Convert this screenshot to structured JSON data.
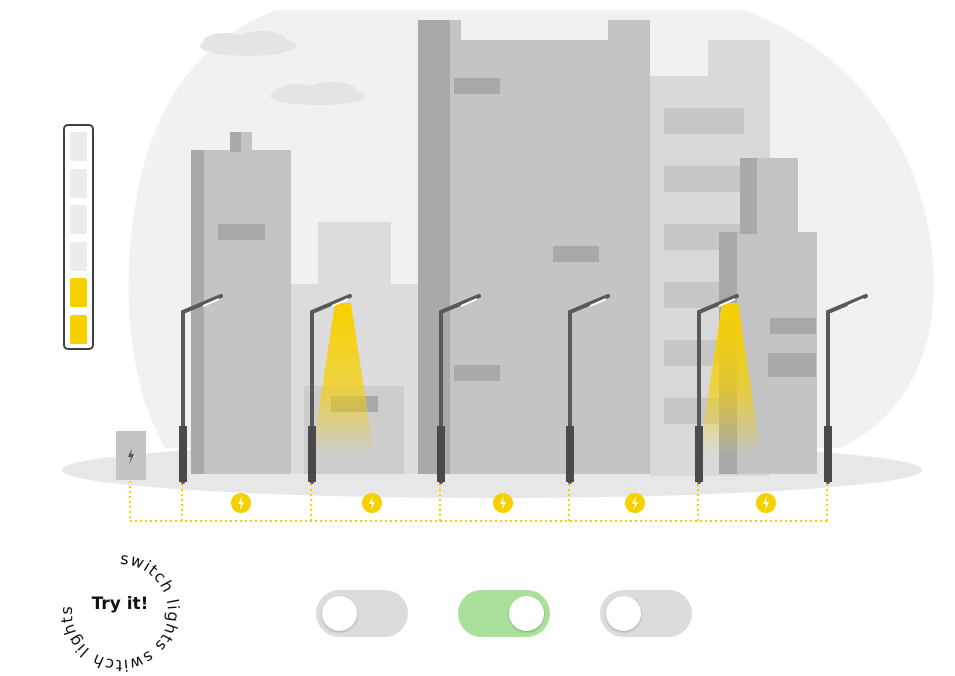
{
  "colors": {
    "beam": "#f7d000",
    "bolt": "#f7d000",
    "toggle_on": "#a9e09a",
    "toggle_off": "#dcdcdc",
    "building": "#c4c4c4",
    "pole": "#595959"
  },
  "battery": {
    "levels_total": 6,
    "levels_filled": 2
  },
  "lamps": [
    {
      "id": 1,
      "lit": false
    },
    {
      "id": 2,
      "lit": true
    },
    {
      "id": 3,
      "lit": false
    },
    {
      "id": 4,
      "lit": false
    },
    {
      "id": 5,
      "lit": true
    },
    {
      "id": 6,
      "lit": false
    }
  ],
  "connectors": {
    "count": 5,
    "icon": "lightning-bolt-icon"
  },
  "power_box": {
    "icon": "lightning-bolt-icon"
  },
  "badge": {
    "center_text": "Try it!",
    "ring_text": "switch lights switch lights"
  },
  "toggles": [
    {
      "name": "toggle-1",
      "on": false
    },
    {
      "name": "toggle-2",
      "on": true
    },
    {
      "name": "toggle-3",
      "on": false
    }
  ]
}
